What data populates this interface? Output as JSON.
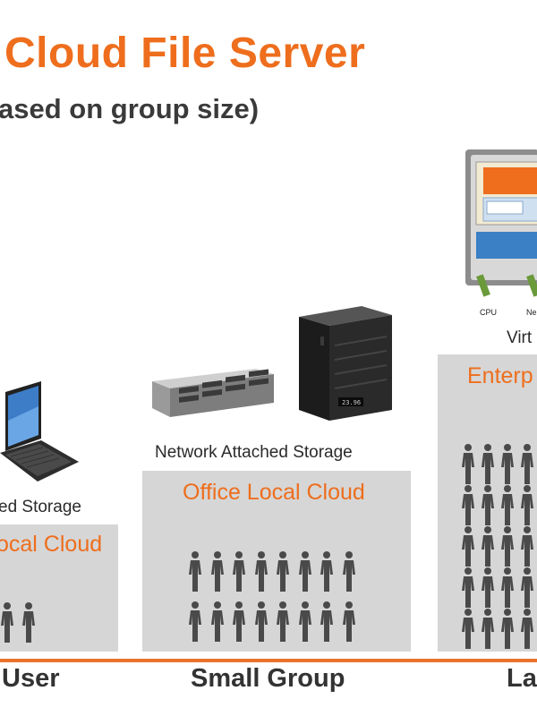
{
  "header": {
    "title": "Cloud File Server",
    "subtitle": "ased on group size)"
  },
  "columns": [
    {
      "device_label": "ed  Storage",
      "panel_title": "ocal Cloud",
      "category": "User"
    },
    {
      "device_label": "Network Attached Storage",
      "panel_title": "Office Local Cloud",
      "category": "Small Group"
    },
    {
      "device_label": "Virt",
      "panel_title": "Enterp",
      "category": "La"
    }
  ],
  "server_diagram": {
    "label_cpu": "CPU",
    "label_ne": "Ne"
  },
  "colors": {
    "accent": "#ee6e1d",
    "panel": "#d6d6d6",
    "text": "#333333",
    "people": "#4a4a4a"
  }
}
